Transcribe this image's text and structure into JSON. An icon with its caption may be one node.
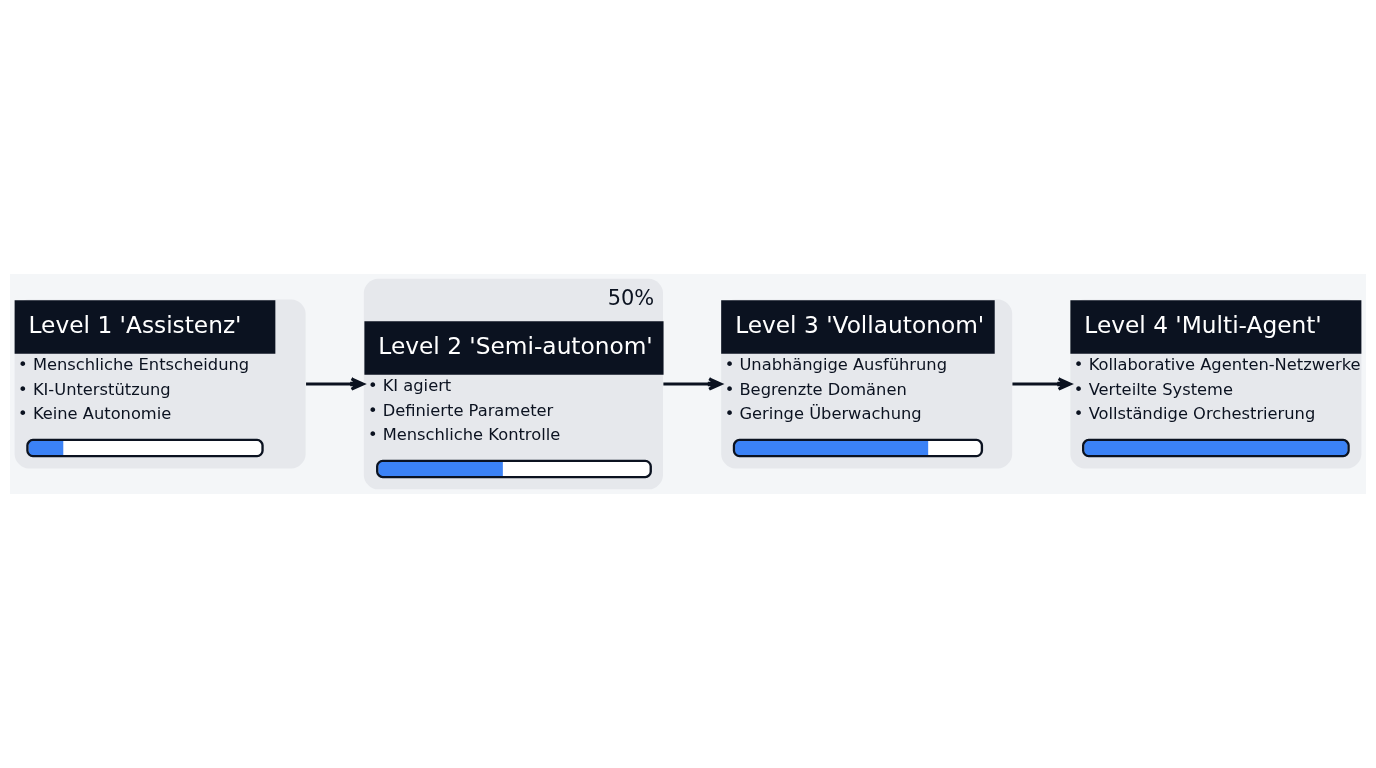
{
  "diagram": {
    "nodes": [
      {
        "text": [
          "Level 1 'Assistenz'",
          "• Menschliche Entscheidung",
          "• KI-Unterstützung",
          "• Keine Autonomie"
        ]
      },
      {
        "text": [
          "50%",
          "Level 2 'Semi-autonom'",
          "• KI agiert",
          "• Definierte Parameter",
          "• Menschliche Kontrolle"
        ]
      },
      {
        "text": [
          "Level 3 'Vollautonom'",
          "• Unabhängige Ausführung",
          "• Begrenzte Domänen",
          "• Geringe Überwachung"
        ]
      },
      {
        "text": [
          "Level 4 'Multi-Agent'",
          "• Kollaborative Agenten-Netzwerke",
          "• Verteilte Systeme",
          "• Vollständige Orchestrierung"
        ]
      }
    ],
    "edges": [
      {
        "from": 0,
        "to": 1,
        "arrow": "to"
      },
      {
        "from": 1,
        "to": 2,
        "arrow": "to"
      },
      {
        "from": 2,
        "to": 3,
        "arrow": "to"
      }
    ]
  }
}
